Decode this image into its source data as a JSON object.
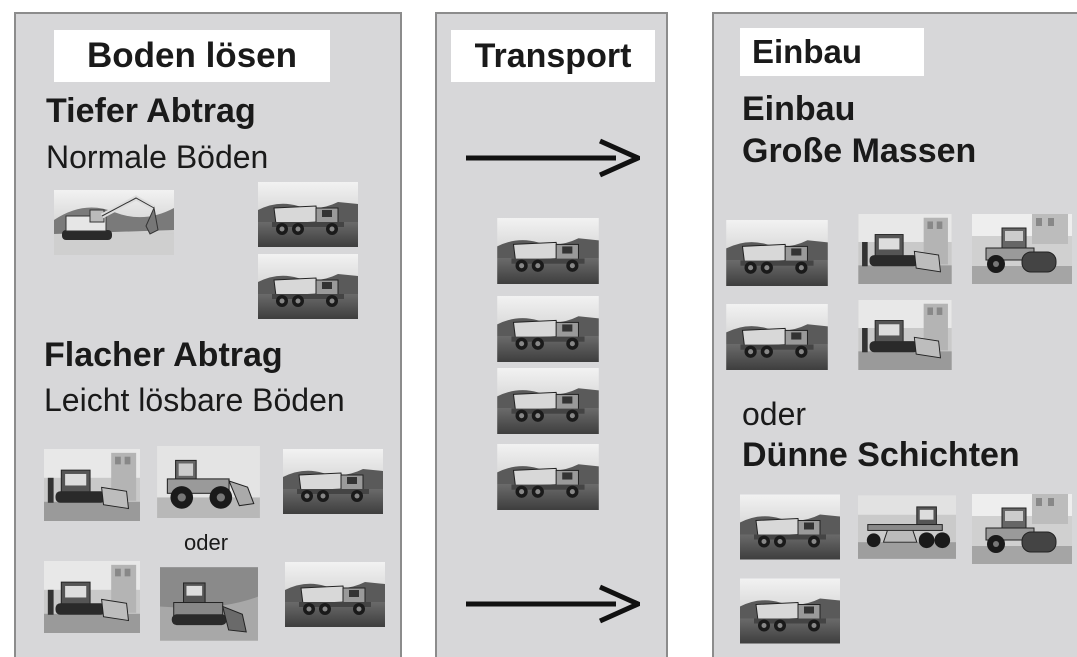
{
  "panels": {
    "loosen": {
      "title": "Boden lösen",
      "deep": {
        "heading": "Tiefer Abtrag",
        "subheading": "Normale Böden"
      },
      "flat": {
        "heading": "Flacher Abtrag",
        "subheading": "Leicht lösbare Böden"
      },
      "or_label": "oder"
    },
    "transport": {
      "title": "Transport"
    },
    "install": {
      "title": "Einbau",
      "mass": {
        "heading_line1": "Einbau",
        "heading_line2": "Große Massen"
      },
      "or_label": "oder",
      "thin": {
        "heading": "Dünne Schichten"
      }
    }
  },
  "icons": {
    "excavator": "excavator-photo",
    "dump_truck": "dump-truck-photo",
    "bulldozer": "bulldozer-photo",
    "wheel_loader": "wheel-loader-photo",
    "crawler_loader": "crawler-loader-photo",
    "roller": "roller-photo",
    "grader": "grader-photo"
  }
}
